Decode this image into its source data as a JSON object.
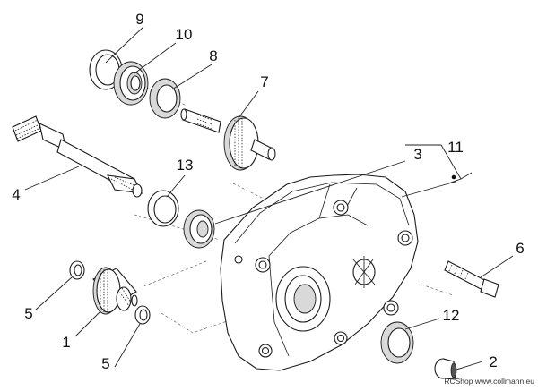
{
  "callouts": [
    "9",
    "10",
    "8",
    "7",
    "11",
    "3",
    "13",
    "4",
    "6",
    "5",
    "5",
    "1",
    "12",
    "2"
  ],
  "watermark": "RCShop www.collmann.eu"
}
